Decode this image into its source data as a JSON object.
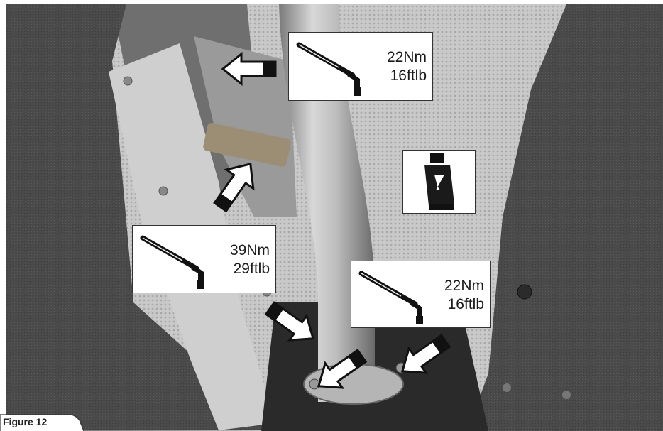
{
  "figure_label": "Figure 12",
  "callouts": [
    {
      "torque_nm": "22Nm",
      "torque_ftlb": "16ftlb",
      "icon": "torque-wrench-icon"
    },
    {
      "torque_nm": "39Nm",
      "torque_ftlb": "29ftlb",
      "icon": "torque-wrench-icon"
    },
    {
      "torque_nm": "22Nm",
      "torque_ftlb": "16ftlb",
      "icon": "torque-wrench-icon"
    }
  ],
  "sealant_icon": "sealant-tube-icon",
  "arrow_color": "#ffffff",
  "arrow_outline": "#111111"
}
